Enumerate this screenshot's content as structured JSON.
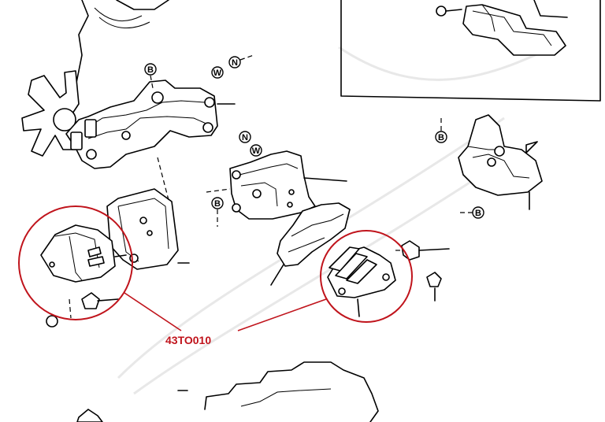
{
  "callout": {
    "part_number": "43TO010",
    "color": "#c0141c"
  },
  "markers": {
    "B": "B",
    "W": "W",
    "N": "N"
  }
}
